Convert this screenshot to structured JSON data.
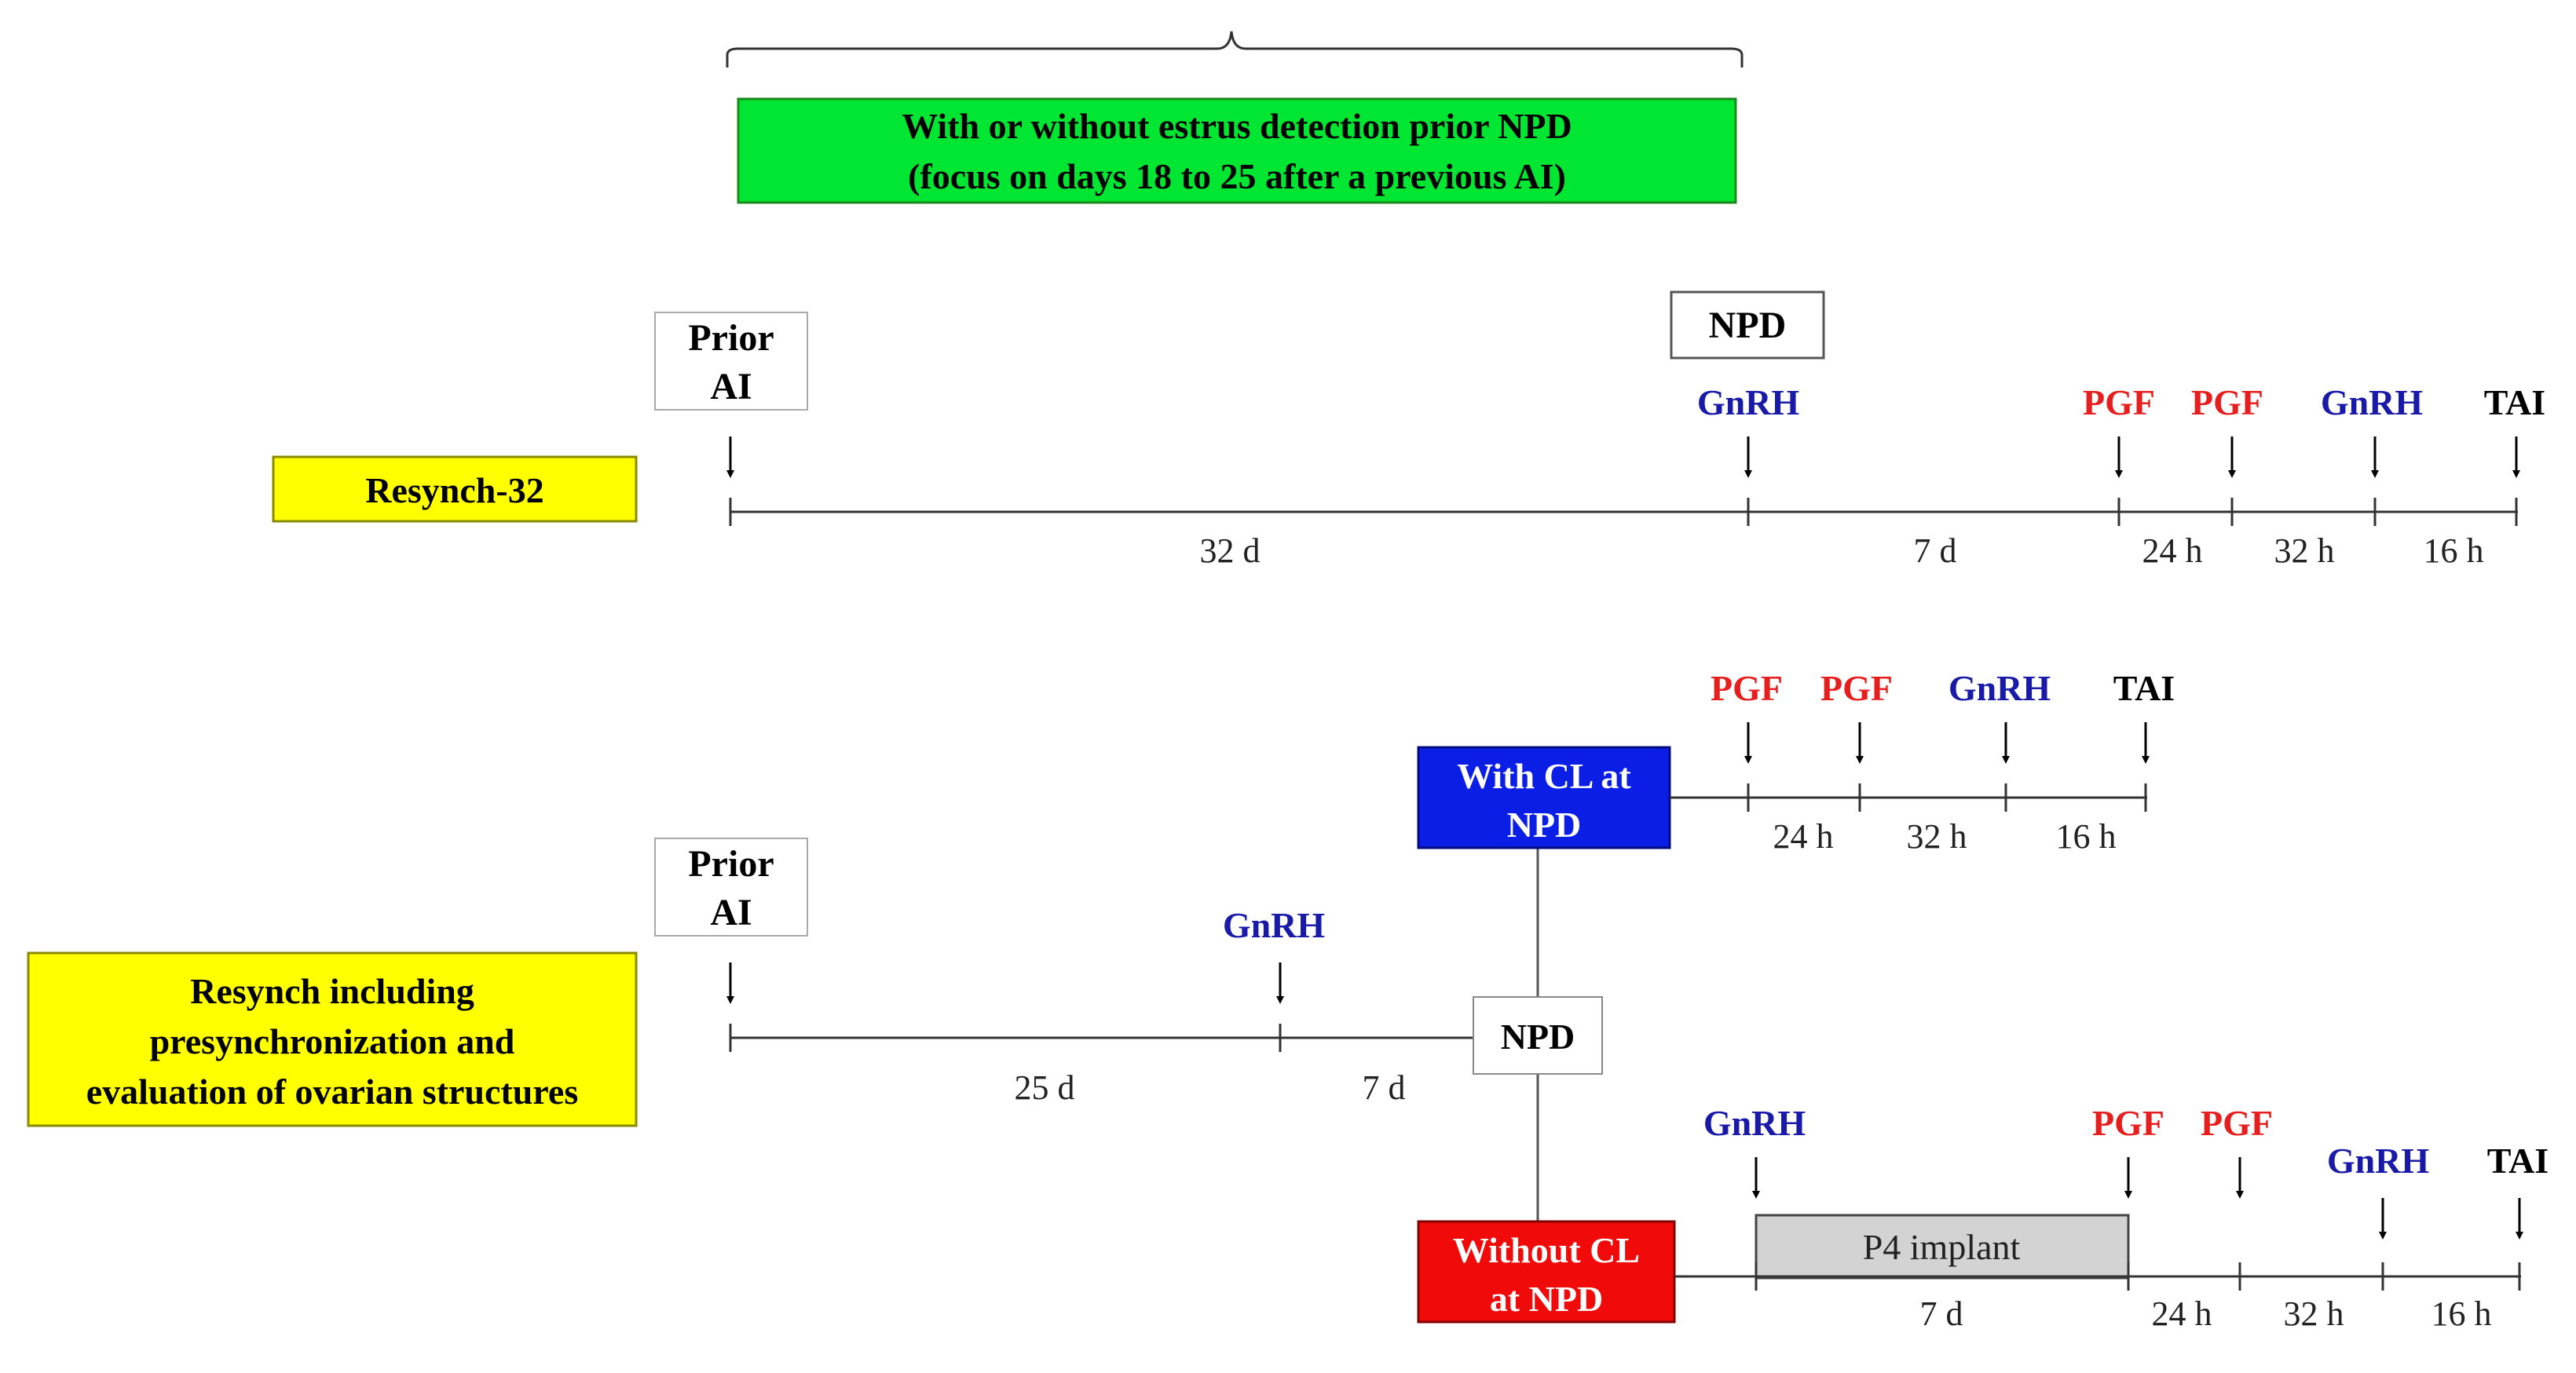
{
  "colors": {
    "green_box": "#00e632",
    "yellow_box": "#ffff00",
    "blue_box": "#0a1ee6",
    "red_box": "#f00a0a",
    "gray_box": "#d3d3d3",
    "gnrh": "#1a1aa8",
    "pgf": "#e61e1e",
    "black": "#000000"
  },
  "top_note": {
    "line1": "With or without estrus detection prior NPD",
    "line2": "(focus on days 18 to 25 after a previous AI)"
  },
  "resynch32": {
    "label": "Resynch-32",
    "prior_ai": [
      "Prior",
      "AI"
    ],
    "npd": "NPD",
    "events": {
      "gnrh1": "GnRH",
      "pgf1": "PGF",
      "pgf2": "PGF",
      "gnrh2": "GnRH",
      "tai": "TAI"
    },
    "intervals": [
      "32 d",
      "7 d",
      "24 h",
      "32 h",
      "16 h"
    ]
  },
  "resynch_presynch": {
    "label": [
      "Resynch including",
      "presynchronization and",
      "evaluation of ovarian structures"
    ],
    "prior_ai": [
      "Prior",
      "AI"
    ],
    "gnrh": "GnRH",
    "npd": "NPD",
    "intervals": [
      "25 d",
      "7 d"
    ],
    "with_cl": {
      "label": [
        "With CL at",
        "NPD"
      ],
      "events": {
        "pgf1": "PGF",
        "pgf2": "PGF",
        "gnrh": "GnRH",
        "tai": "TAI"
      },
      "intervals": [
        "24 h",
        "32 h",
        "16 h"
      ]
    },
    "without_cl": {
      "label": [
        "Without CL",
        "at NPD"
      ],
      "events": {
        "gnrh1": "GnRH",
        "pgf1": "PGF",
        "pgf2": "PGF",
        "gnrh2": "GnRH",
        "tai": "TAI"
      },
      "implant": "P4 implant",
      "intervals": [
        "7 d",
        "24 h",
        "32 h",
        "16 h"
      ]
    }
  }
}
